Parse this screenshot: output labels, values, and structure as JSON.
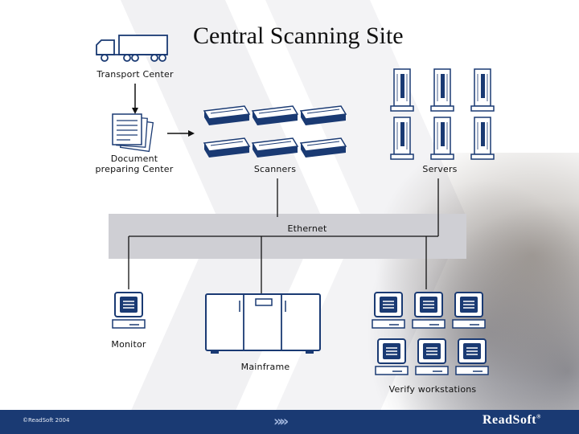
{
  "title": "Central Scanning Site",
  "labels": {
    "transport": "Transport Center",
    "document": "Document preparing Center",
    "scanners": "Scanners",
    "servers": "Servers",
    "ethernet": "Ethernet",
    "monitor": "Monitor",
    "mainframe": "Mainframe",
    "verify": "Verify workstations"
  },
  "footer": {
    "copyright": "©ReadSoft 2004",
    "brand": "ReadSoft",
    "brand_mark": "®",
    "chevrons": "»»"
  },
  "colors": {
    "icon_blue": "#1a3a73",
    "footer_blue": "#1a3a73",
    "band_gray": "#cfcfd4"
  },
  "icons": [
    "truck-icon",
    "documents-icon",
    "scanner-icon",
    "server-icon",
    "monitor-icon",
    "mainframe-icon",
    "workstation-icon"
  ]
}
